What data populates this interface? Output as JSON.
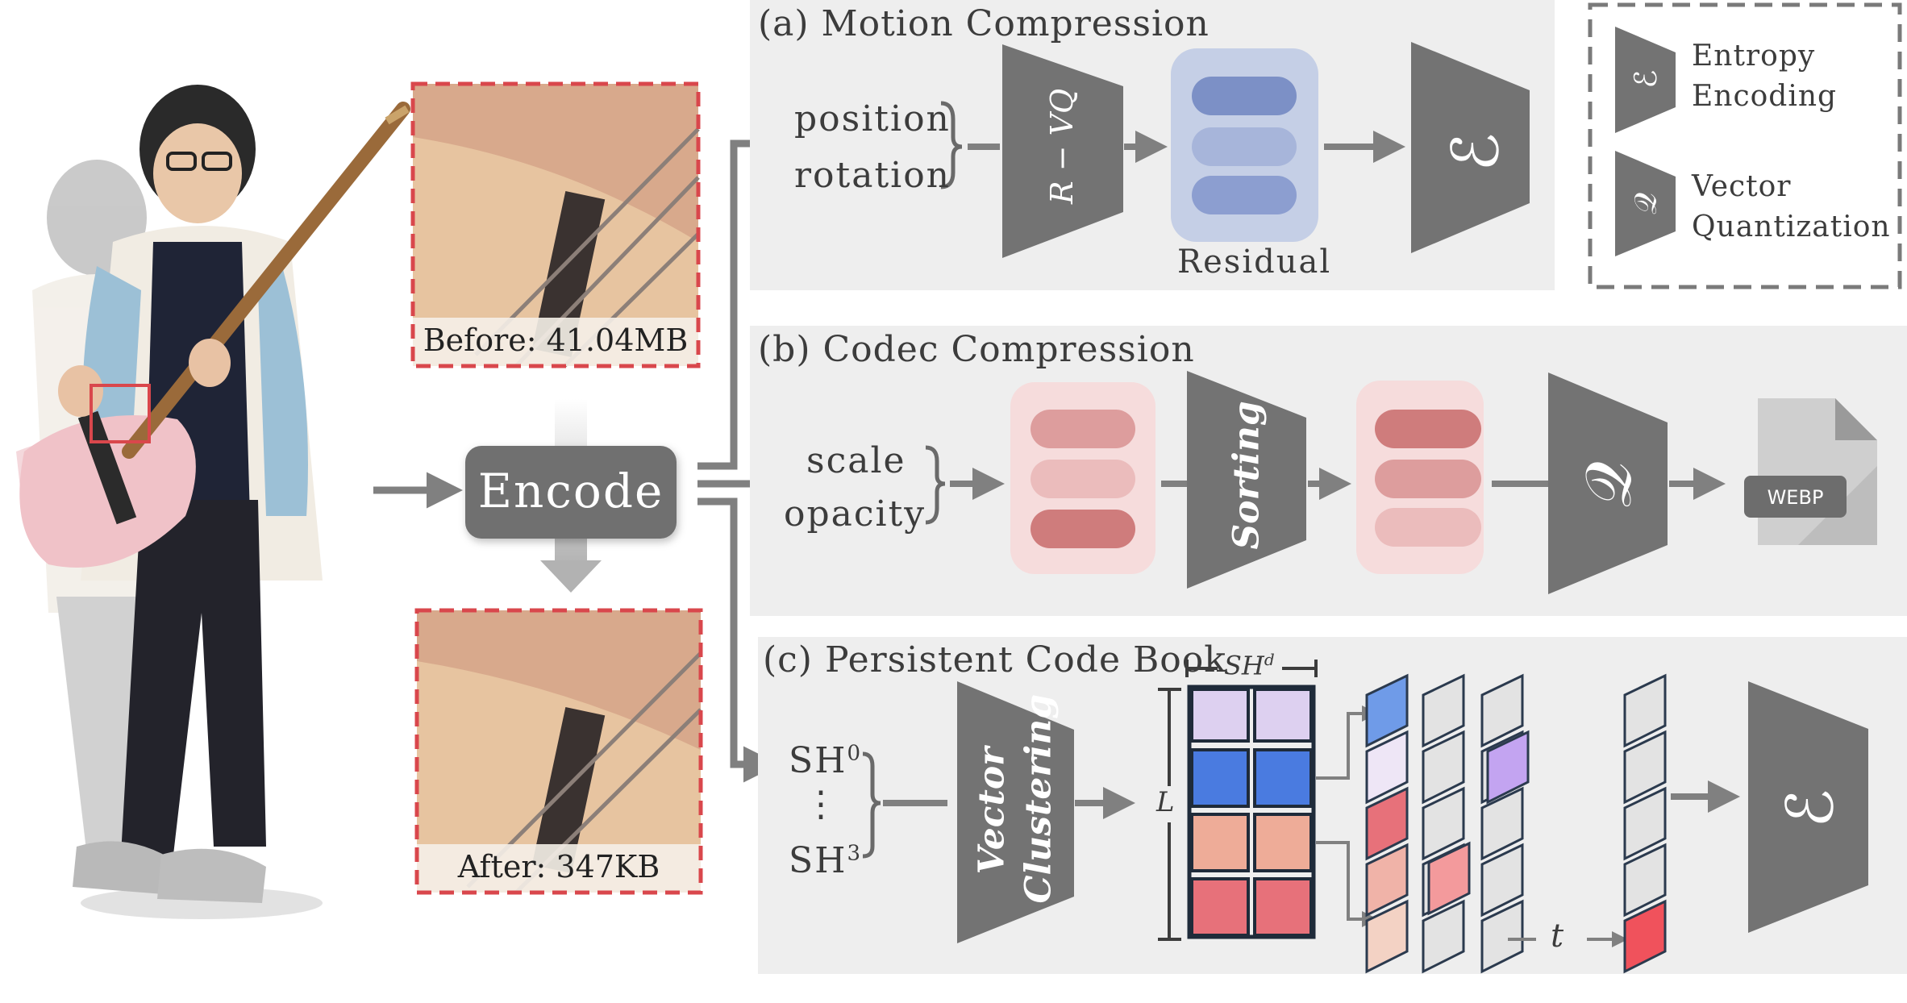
{
  "encode": {
    "label": "Encode"
  },
  "crops": {
    "before_label": "Before: 41.04MB",
    "after_label": "After: 347KB"
  },
  "panel_a": {
    "title": "(a) Motion Compression",
    "inputs": [
      "position",
      "rotation"
    ],
    "rvq_label": "R − VQ",
    "residual_label": "Residual",
    "entropy_symbol": "ℰ"
  },
  "panel_b": {
    "title": "(b) Codec Compression",
    "inputs": [
      "scale",
      "opacity"
    ],
    "sorting_label": "Sorting",
    "quant_symbol": "𝒬",
    "file_badge": "WEBP"
  },
  "panel_c": {
    "title": "(c) Persistent Code Book",
    "inputs": [
      "SH",
      "⋮",
      "SH"
    ],
    "superscripts": [
      "0",
      "3"
    ],
    "clustering_label_1": "Vector",
    "clustering_label_2": "Clustering",
    "width_label": "SH",
    "width_sup": "d",
    "height_label": "L",
    "time_label": "t",
    "entropy_symbol": "ℰ"
  },
  "legend": {
    "entropy_symbol": "ℰ",
    "entropy_text_1": "Entropy",
    "entropy_text_2": "Encoding",
    "vq_symbol": "𝒬",
    "vq_text_1": "Vector",
    "vq_text_2": "Quantization"
  },
  "colors": {
    "panel_bg": "#eeeeee",
    "trapezoid": "#737373",
    "arrow": "#808080",
    "residual_block": "#c5cfe6",
    "residual_bar": "#7c90c6",
    "codec_block": "#f6dcdc",
    "codec_bar": "#cf7c7c",
    "crop_border": "#d9474c",
    "codebook_purple": "#ddd0f0",
    "codebook_blue": "#4a7be0",
    "codebook_salmon": "#eeac98",
    "codebook_red": "#e7717a"
  }
}
